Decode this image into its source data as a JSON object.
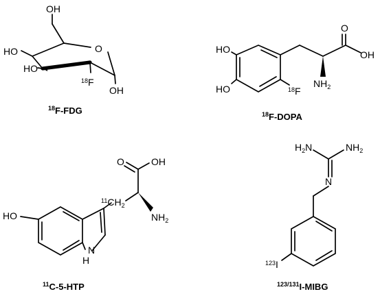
{
  "molecules": [
    {
      "caption": {
        "sup": "18",
        "main": "F-FDG"
      },
      "labels": {
        "oh_top": "OH",
        "ho_left": "HO",
        "ho_lower": "HO",
        "o_ring": "O",
        "f_iso": "18",
        "f": "F",
        "oh_bottom": "OH"
      }
    },
    {
      "caption": {
        "sup": "18",
        "main": "F-DOPA"
      },
      "labels": {
        "ho_top": "HO",
        "ho_bottom": "HO",
        "o": "O",
        "oh": "OH",
        "nh2": "NH",
        "nh2_sub": "2",
        "f_iso": "18",
        "f": "F"
      }
    },
    {
      "caption": {
        "sup": "11",
        "main": "C-5-HTP"
      },
      "labels": {
        "o": "O",
        "oh": "OH",
        "ch2_iso": "11",
        "ch2": "CH",
        "ch2_sub": "2",
        "nh2": "NH",
        "nh2_sub": "2",
        "ho": "HO",
        "nh_n": "N",
        "nh_h": "H"
      }
    },
    {
      "caption": {
        "sup": "123/131",
        "main": "I-MIBG"
      },
      "labels": {
        "h2n": "H",
        "h2n_sub": "2",
        "h2n_n": "N",
        "nh2": "NH",
        "nh2_sub": "2",
        "n": "N",
        "i_iso": "123",
        "i": "I"
      }
    }
  ]
}
